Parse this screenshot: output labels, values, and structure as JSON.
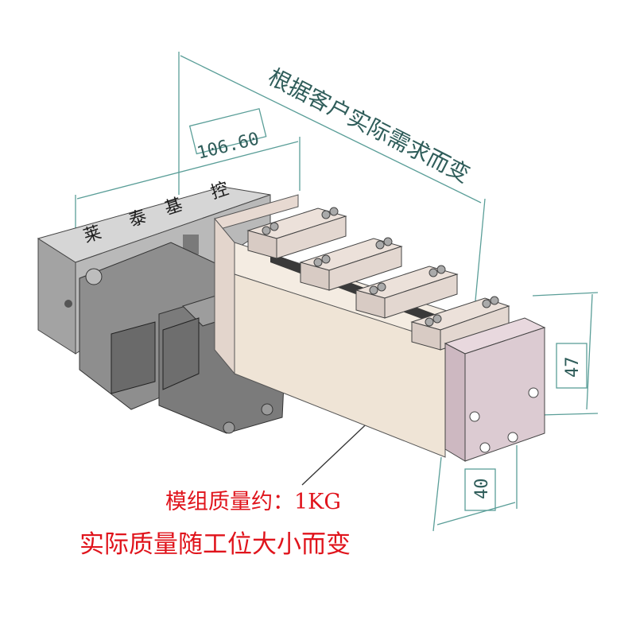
{
  "dimensions": {
    "overall_length_note": "根据客户实际需求而变",
    "motor_length": "106.60",
    "height": "47",
    "width": "40"
  },
  "notes": {
    "module_mass": "模组质量约：1KG",
    "actual_mass": "实际质量随工位大小而变"
  },
  "brand_stamp": [
    "莱",
    "泰",
    "基",
    "控"
  ],
  "colors": {
    "dimension_line": "#5a9e98",
    "note_text": "#e0141c",
    "motor_body": "#8a8a8a",
    "rail_body": "#efe4d6",
    "end_plate": "#d9c6cf",
    "block": "#d8cbc4"
  }
}
